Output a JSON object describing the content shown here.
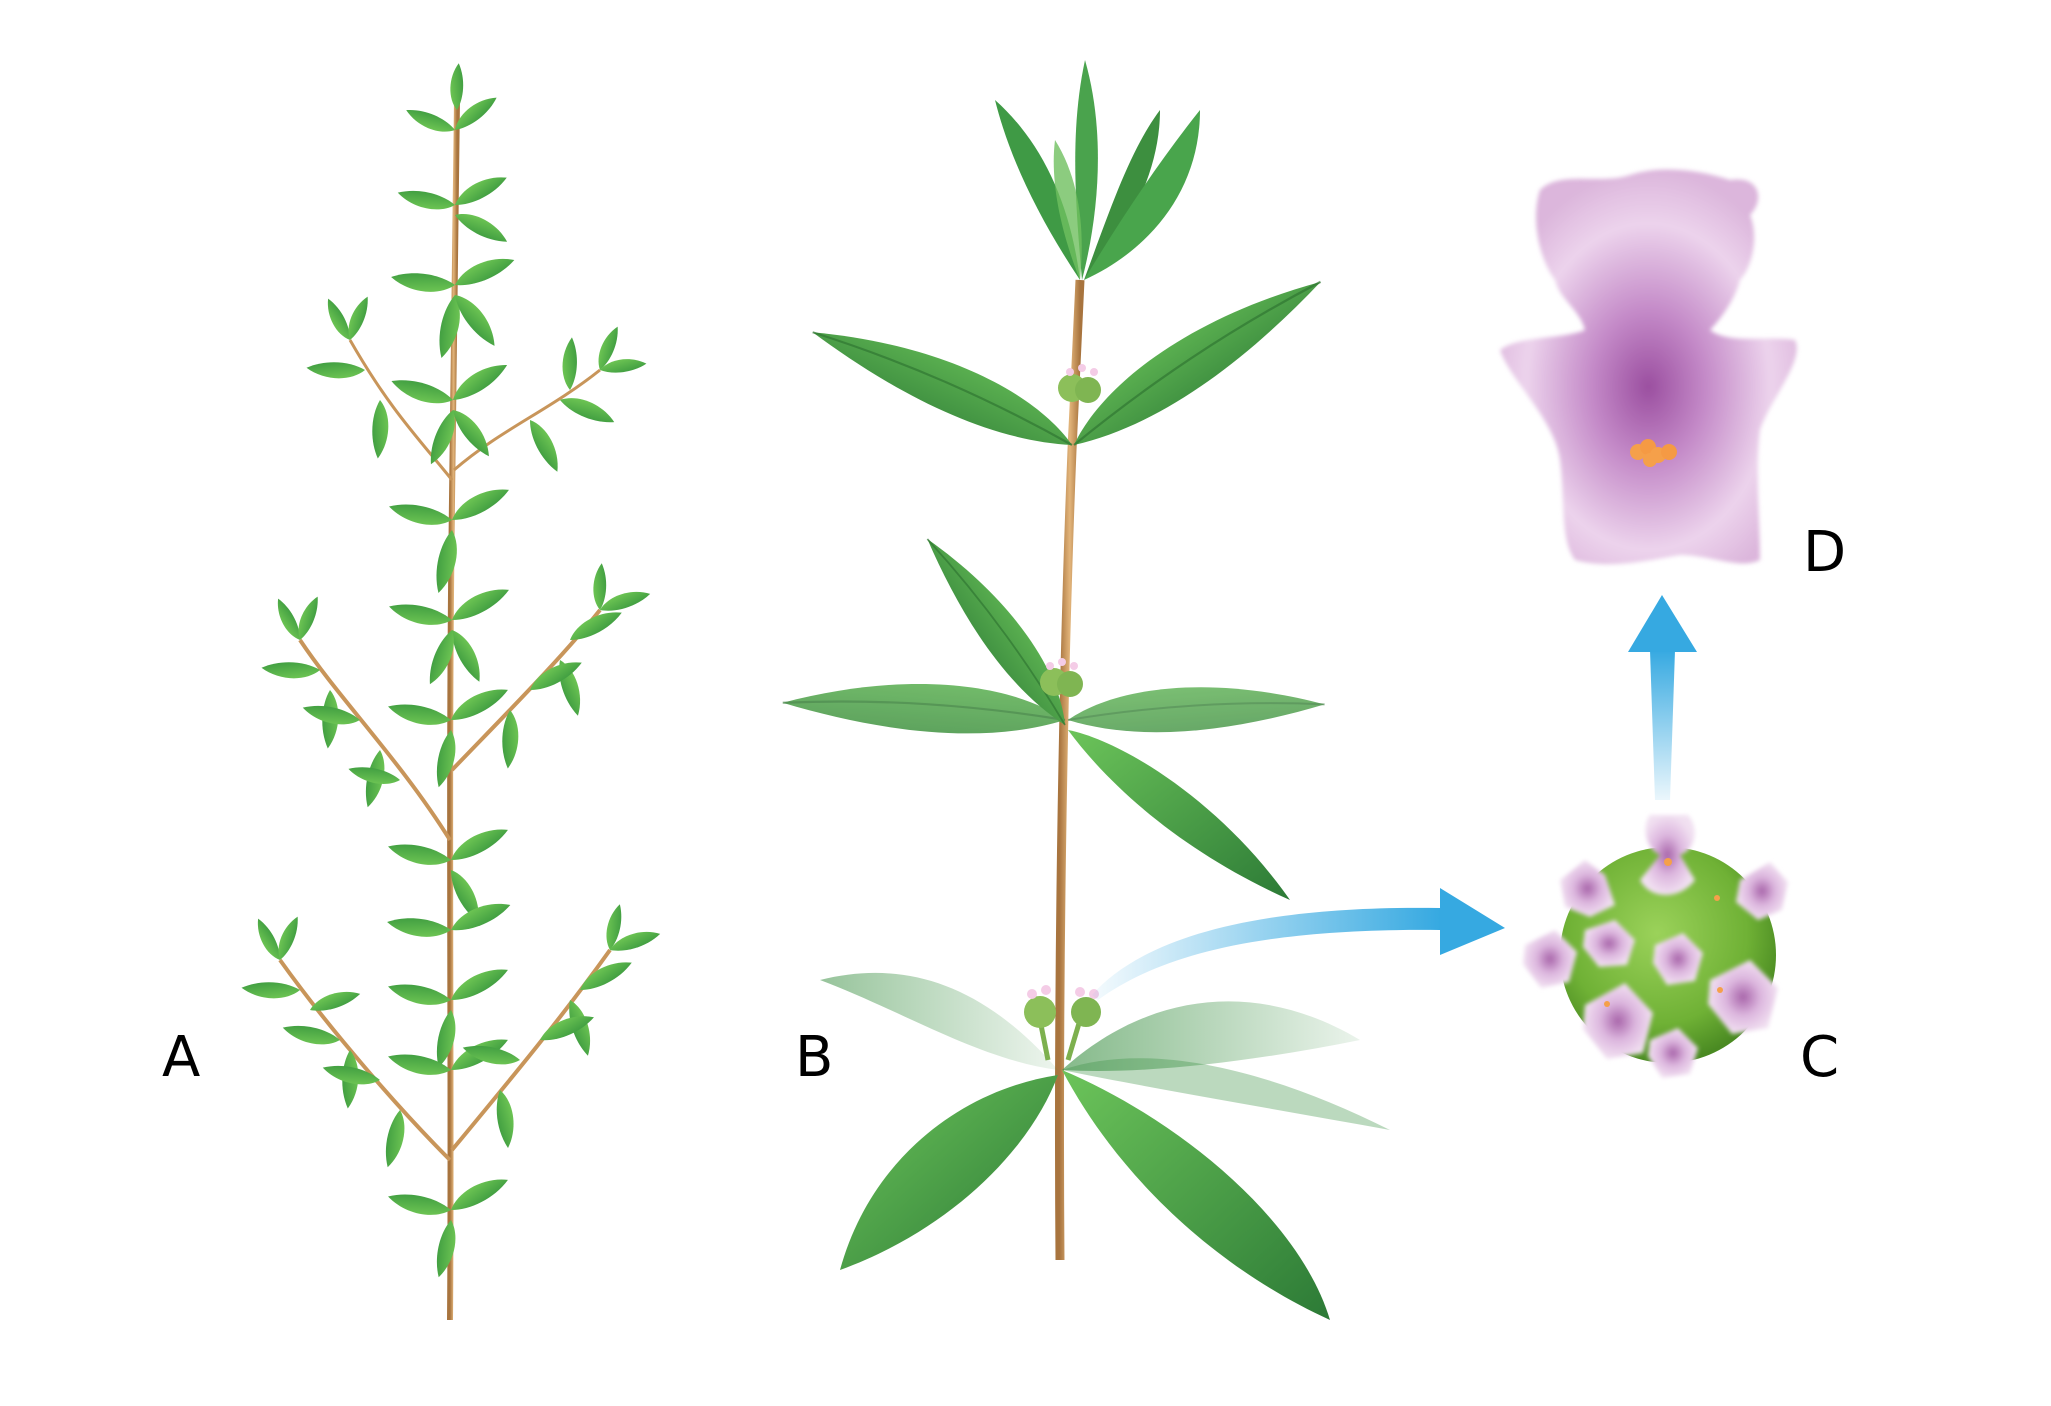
{
  "figure": {
    "type": "botanical illustration",
    "background": "#ffffff"
  },
  "panels": [
    {
      "id": "A",
      "label": "A",
      "description": "Whole branching plant with opposite lanceolate leaves"
    },
    {
      "id": "B",
      "label": "B",
      "description": "Stem section with serrated leaves and axillary flower heads"
    },
    {
      "id": "C",
      "label": "C",
      "description": "Globose green flower head covered with small lilac flowers"
    },
    {
      "id": "D",
      "label": "D",
      "description": "Single enlarged lilac flower with orange stamens"
    }
  ],
  "arrows": [
    {
      "from": "B",
      "to": "C",
      "icon": "arrow-right-curved-icon",
      "color": "#36a9e1"
    },
    {
      "from": "C",
      "to": "D",
      "icon": "arrow-up-icon",
      "color": "#36a9e1"
    }
  ],
  "colors": {
    "leaf_light": "#6cc24a",
    "leaf_mid": "#43a83a",
    "leaf_dark": "#2e7d32",
    "stem": "#c8955a",
    "flower": "#e8c8e6",
    "flower_center": "#a560a8",
    "stamen": "#f5a04a",
    "arrow": "#36a9e1",
    "head": "#7cbf3c"
  }
}
